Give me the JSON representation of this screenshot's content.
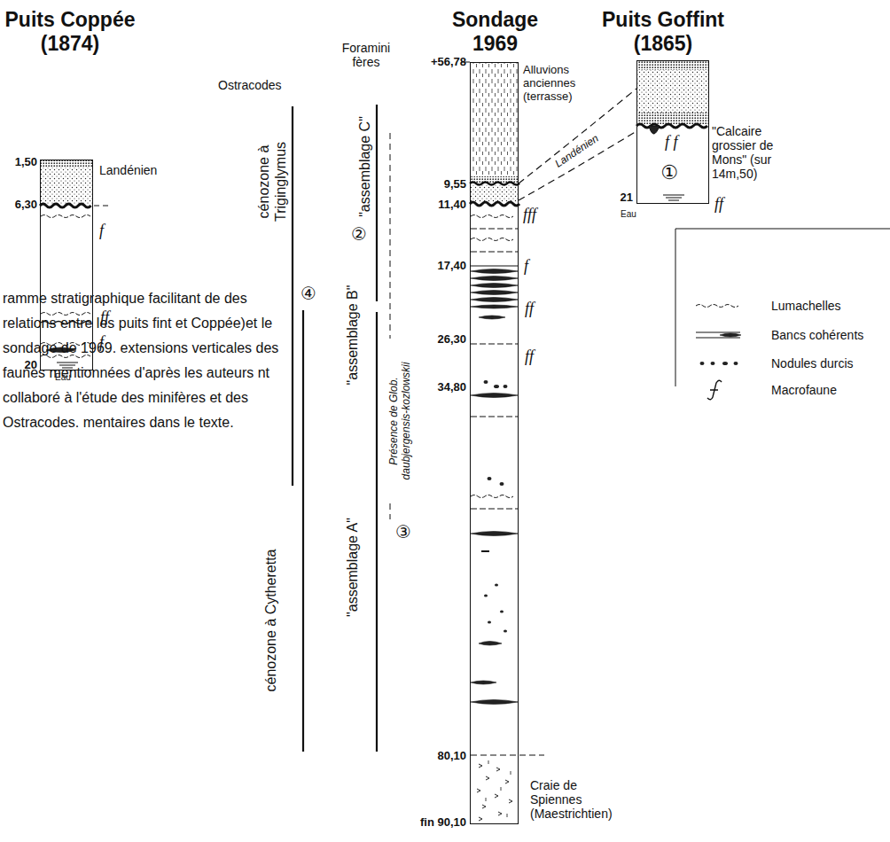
{
  "diagram": {
    "caption": "ramme stratigraphique facilitant de des relations entre les puits fint et Coppée)et le sondage de 1969. extensions verticales des faunes mentionnées d'après les auteurs nt collaboré à l'étude des minifères et des Ostracodes. mentaires dans le texte.",
    "nodes": [
      {
        "text": [
          "Puits Coppée",
          "(1874)"
        ]
      },
      {
        "text": [
          "Sondage",
          "1969"
        ]
      },
      {
        "text": [
          "Puits Goffint",
          "(1865)"
        ]
      }
    ],
    "edges": [
      {
        "from": 1,
        "to": 2,
        "arrow": "none"
      },
      {
        "from": 1,
        "to": 2,
        "arrow": "none"
      }
    ],
    "labels": [
      "1,50",
      "6,30",
      "20",
      "Landénien",
      "f",
      "ff",
      "f",
      "Eau",
      "Ostracodes",
      "Foramini fères",
      "cénozone à Triginglymus",
      "cénozone à Cytheretta",
      "\"assemblage C\"",
      "②",
      "\"assemblage B\"",
      "\"assemblage A\"",
      "Présence de Glob. daubjergensis-kozlowskii",
      "③",
      "④",
      "+56,78",
      "9,55",
      "11,40",
      "17,40",
      "26,30",
      "34,80",
      "80,10",
      "fin 90,10",
      "Alluvions anciennes (terrasse)",
      "Craie de Spiennes (Maestrichtien)",
      "fff",
      "f",
      "ff",
      "ff",
      "Landénien",
      "\"Calcaire grossier de Mons\" (sur 14m,50)",
      "f f",
      "①",
      "21",
      "Eau",
      "ff"
    ],
    "legend": [
      {
        "text": "Lumachelles"
      },
      {
        "text": "Bancs cohérents"
      },
      {
        "text": "Nodules durcis"
      },
      {
        "text": "Macrofaune"
      }
    ]
  }
}
